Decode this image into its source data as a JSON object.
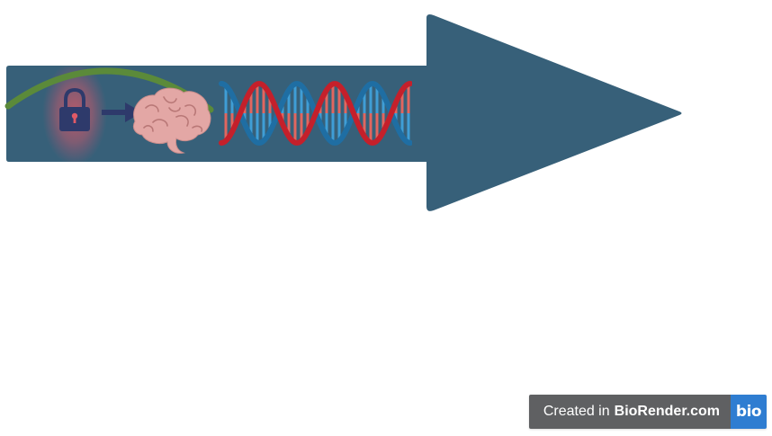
{
  "diagram": {
    "arrow_color": "#376079",
    "arc_color": "#5b8a3a",
    "lock_color": "#2e3a6b",
    "glow_color": "#e05a66",
    "brain_color": "#e3a7a5",
    "dna_strand_red": "#c4202b",
    "dna_strand_blue": "#1f6ea3",
    "icons": [
      "lock-icon",
      "right-arrow-icon",
      "brain-icon",
      "dna-helix-icon"
    ]
  },
  "watermark": {
    "prefix": "Created in",
    "brand": "BioRender.com",
    "logo_text": "bio",
    "background_color": "#5f6062",
    "logo_color": "#2f7dd1"
  }
}
